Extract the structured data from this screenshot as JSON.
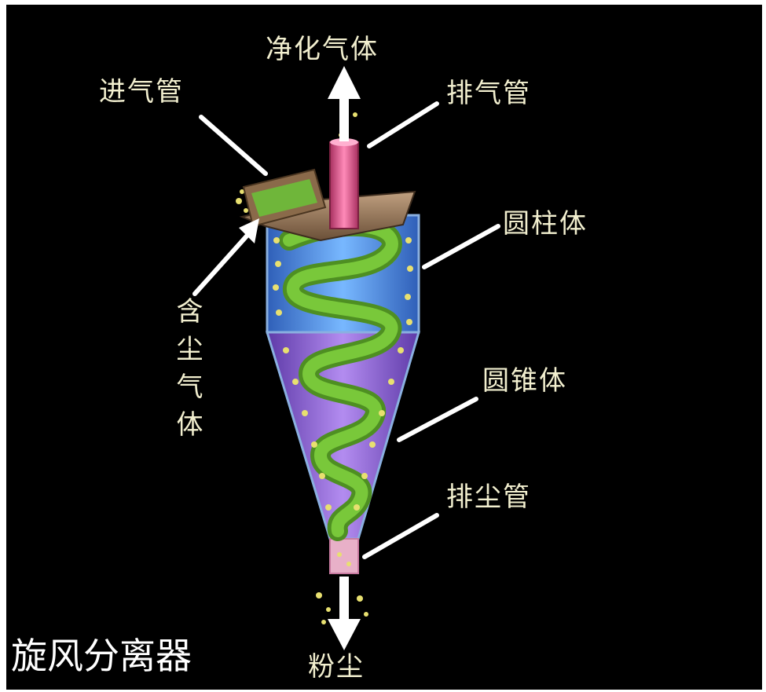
{
  "title": "旋风分离器",
  "labels": {
    "clean_gas": "净化气体",
    "inlet_pipe": "进气管",
    "outlet_pipe": "排气管",
    "cylinder": "圆柱体",
    "dusty_gas": "含尘气体",
    "cone": "圆锥体",
    "dust_outlet": "排尘管",
    "dust": "粉尘"
  },
  "colors": {
    "background": "#000000",
    "label_text": "#f2efcf",
    "pointer": "#ffffff",
    "outlet_pipe": "#e0608c",
    "spiral": "#79c83a",
    "cylinder_body": "#4f8fe0",
    "cone_body": "#8a5fd8",
    "dust": "#e8e070"
  }
}
